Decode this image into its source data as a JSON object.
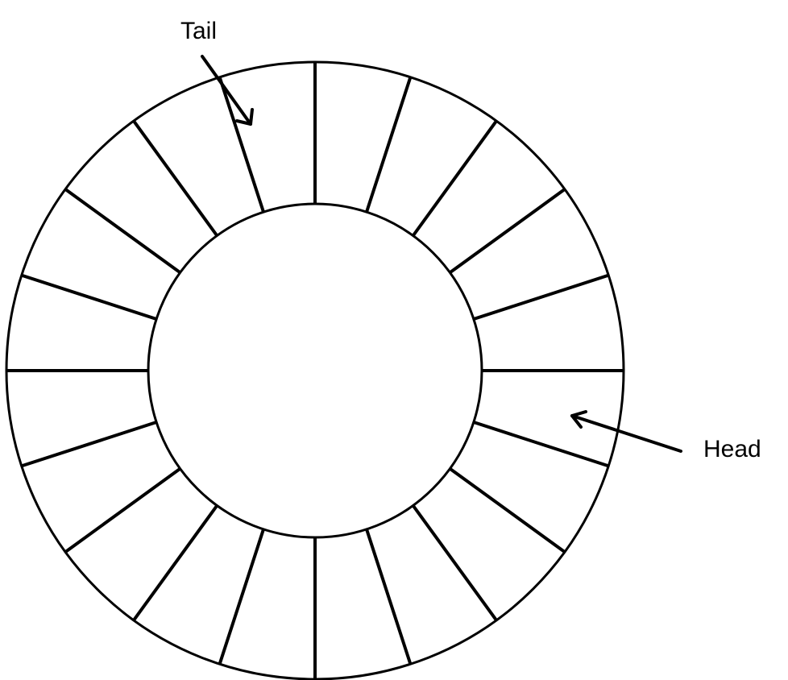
{
  "diagram": {
    "slot_count": 20,
    "colors": {
      "line": "#000000",
      "background": "#ffffff"
    },
    "tail": {
      "label": "Tail"
    },
    "head": {
      "label": "Head"
    }
  }
}
